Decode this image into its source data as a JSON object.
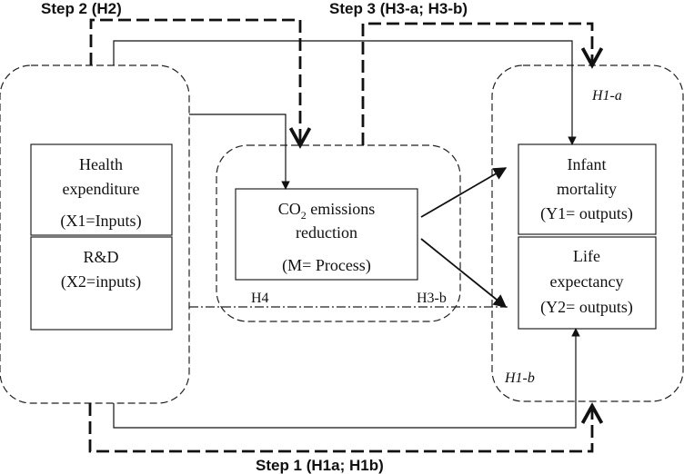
{
  "steps": {
    "step1": "Step 1 (H1a; H1b)",
    "step2": "Step 2 (H2)",
    "step3": "Step 3 (H3-a; H3-b)"
  },
  "inputs": {
    "health": {
      "line1": "Health",
      "line2": "expenditure",
      "line3": "(X1=Inputs)"
    },
    "rd": {
      "line1": "R&D",
      "line2": "(X2=inputs)"
    }
  },
  "process": {
    "co2": {
      "line1_main": "CO",
      "line1_sub": "2",
      "line1_rest": " emissions",
      "line2": "reduction",
      "line3": "(M= Process)"
    }
  },
  "outputs": {
    "infant": {
      "line1": "Infant",
      "line2": "mortality",
      "line3": "(Y1= outputs)"
    },
    "life": {
      "line1": "Life",
      "line2": "expectancy",
      "line3": "(Y2= outputs)"
    }
  },
  "hypotheses": {
    "h1a": "H1-a",
    "h1b": "H1-b",
    "h4": "H4",
    "h3b": "H3-b"
  }
}
